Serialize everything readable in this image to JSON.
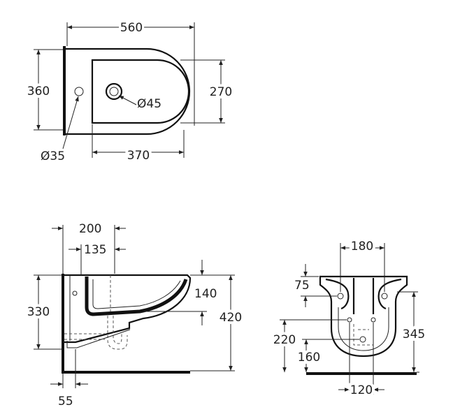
{
  "top_view": {
    "width_label": "560",
    "depth_label": "360",
    "bowl_width_label": "270",
    "bowl_depth_label": "370",
    "tap_hole_label": "Ø45",
    "fixing_hole_label": "Ø35"
  },
  "side_view": {
    "wall_to_waste_label": "200",
    "wall_to_tap_label": "135",
    "rim_depth_label": "140",
    "height_label": "420",
    "fixing_height_label": "330",
    "wall_gap_label": "55"
  },
  "front_view": {
    "fixing_spacing_label": "180",
    "top_to_fixing_label": "75",
    "waste_height_label": "220",
    "waste_lower_label": "160",
    "overall_height_label": "345",
    "waste_spacing_label": "120"
  }
}
